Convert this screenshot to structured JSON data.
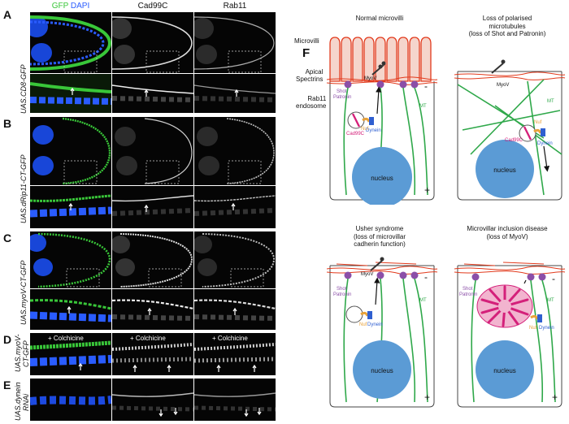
{
  "headers": {
    "gfp": "GFP",
    "dapi": "DAPI",
    "cad99c": "Cad99C",
    "rab11": "Rab11"
  },
  "panel_letters": [
    "A",
    "B",
    "C",
    "D",
    "E",
    "F"
  ],
  "row_labels": {
    "A": "UAS.CD8-GFP",
    "B": "UAS.dRip11-CT-GFP",
    "C": "UAS.myoV-CT-GFP",
    "D1": "UAS.myoV-",
    "D2": "CT-GFP",
    "E1": "UAS.dynein",
    "E2": "RNAi"
  },
  "colchicine": "+ Colchicine",
  "diagram": {
    "titles": {
      "normal": "Normal microvilli",
      "polar1": "Loss of polarised",
      "polar2": "microtubules",
      "polar3": "(loss of Shot and Patronin)",
      "usher1": "Usher syndrome",
      "usher2": "(loss of microvillar",
      "usher3": "cadherin function)",
      "mvid1": "Microvillar inclusion disease",
      "mvid2": "(loss of MyoV)"
    },
    "labels": {
      "microvilli": "Microvilli",
      "apical1": "Apical",
      "apical2": "Spectrins",
      "rab11_1": "Rab11",
      "rab11_2": "endosome",
      "shot": "Shot",
      "patronin": "Patronin",
      "myov": "MyoV",
      "mt": "MT",
      "nuf": "Nuf",
      "dynein": "Dynein",
      "cad99c": "Cad99C",
      "nucleus": "nucleus",
      "minus": "-",
      "plus": "+"
    }
  },
  "colors": {
    "gfp": "#39c739",
    "dapi": "#2a5cff",
    "microvilli": "#e23a1c",
    "mt": "#2fa84a",
    "nucleus": "#5b9bd5",
    "magenta": "#d4207a",
    "purple": "#8b4fa8",
    "orange": "#e8a23a",
    "dynein": "#2f5fd0"
  }
}
